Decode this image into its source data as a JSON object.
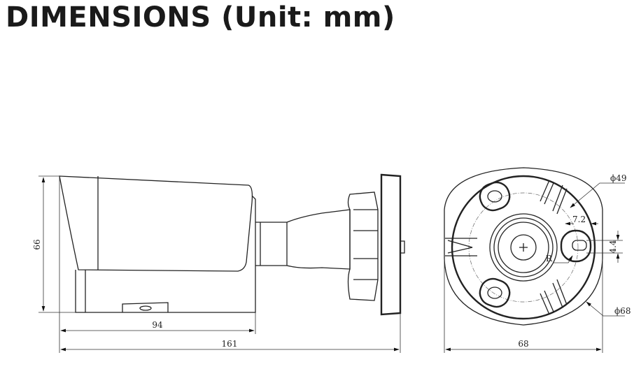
{
  "title": "DIMENSIONS (Unit: mm)",
  "side_view": {
    "height_label": "66",
    "body_length_label": "94",
    "total_length_label": "161"
  },
  "rear_view": {
    "inner_diameter_label": "ϕ49",
    "slot_width_label": "7.2",
    "slot_height_label": "4.4",
    "radius_label": "R",
    "outer_diameter_label": "ϕ68",
    "width_label": "68"
  }
}
